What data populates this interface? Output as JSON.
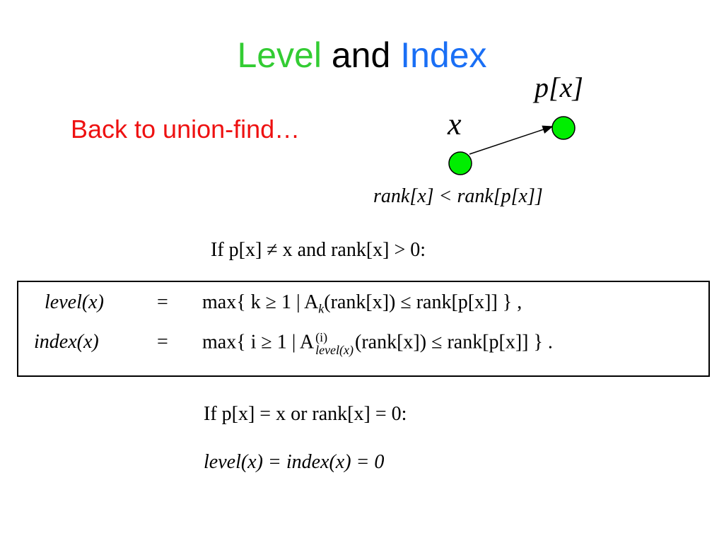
{
  "title": {
    "part1": "Level",
    "part2": "and",
    "part3": "Index",
    "color1": "#33cc33",
    "color2": "#000000",
    "color3": "#1a6ff5"
  },
  "subtitle": "Back to union-find…",
  "diagram": {
    "node_px_label": "p[x]",
    "node_x_label": "x",
    "node_color": "#00ee00",
    "rank_relation": "rank[x] < rank[p[x]]"
  },
  "condition_nonroot": "If p[x] ≠ x and rank[x] > 0:",
  "definitions": {
    "level_lhs": "level(x)",
    "index_lhs": "index(x)",
    "equals": "=",
    "level_rhs_pre": "max{ k ≥ 1 | A",
    "level_rhs_sub": "k",
    "level_rhs_post": "(rank[x]) ≤ rank[p[x]] } ,",
    "index_rhs_pre": "max{ i ≥ 1 | A",
    "index_rhs_sup": "(i)",
    "index_rhs_sub": "level(x)",
    "index_rhs_post": "(rank[x]) ≤ rank[p[x]] } ."
  },
  "condition_root": "If p[x] = x or rank[x] = 0:",
  "root_result": "level(x) = index(x) = 0"
}
